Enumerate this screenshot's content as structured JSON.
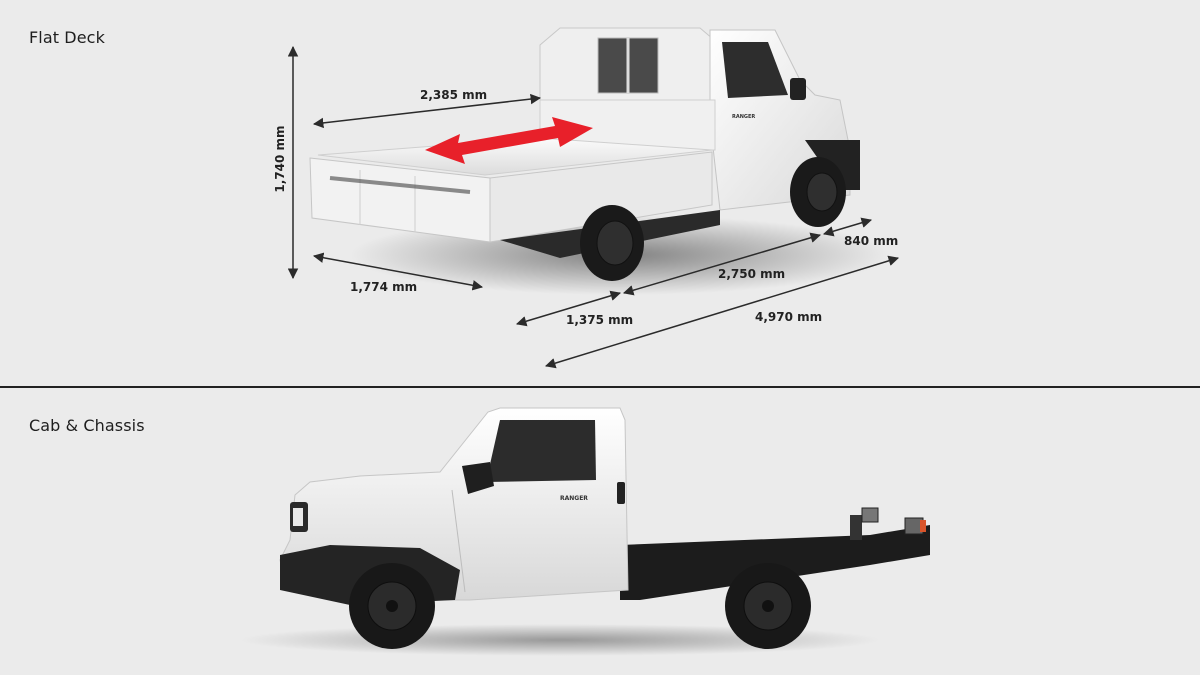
{
  "sections": [
    {
      "title": "Flat Deck",
      "vehicle_badge": "RANGER",
      "dimensions": {
        "height": "1,740 mm",
        "deck_length": "2,385 mm",
        "deck_width": "1,774 mm",
        "rear_overhang": "1,375 mm",
        "wheelbase": "2,750 mm",
        "front_overhang": "840 mm",
        "overall_length": "4,970 mm"
      },
      "arrow_color": "#e8202a"
    },
    {
      "title": "Cab & Chassis",
      "vehicle_badge": "RANGER"
    }
  ],
  "colors": {
    "background": "#ebebeb",
    "divider": "#222222",
    "dimension_lines": "#2b2b2b",
    "body_white": "#f4f4f4",
    "tyre_black": "#1a1a1a"
  }
}
